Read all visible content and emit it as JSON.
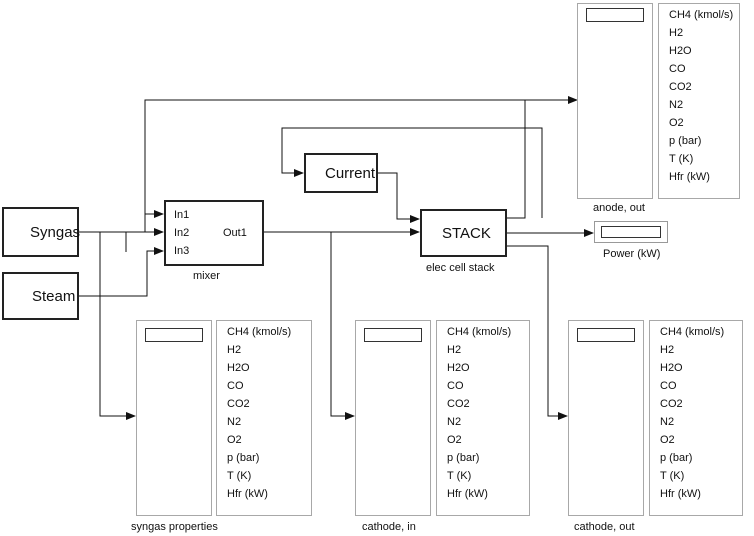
{
  "blocks": {
    "syngas": "Syngas",
    "steam": "Steam",
    "current": "Current",
    "stack": "STACK",
    "mixer": {
      "in1": "In1",
      "in2": "In2",
      "in3": "In3",
      "out1": "Out1",
      "caption": "mixer"
    },
    "stack_caption": "elec cell stack"
  },
  "power": {
    "caption": "Power (kW)"
  },
  "scopes": {
    "anode_out": {
      "caption": "anode, out",
      "items": [
        "CH4 (kmol/s)",
        "H2",
        "H2O",
        "CO",
        "CO2",
        "N2",
        "O2",
        "p (bar)",
        "T (K)",
        "Hfr (kW)"
      ]
    },
    "syngas_properties": {
      "caption": "syngas properties",
      "items": [
        "CH4 (kmol/s)",
        "H2",
        "H2O",
        "CO",
        "CO2",
        "N2",
        "O2",
        "p (bar)",
        "T (K)",
        "Hfr (kW)"
      ]
    },
    "cathode_in": {
      "caption": "cathode, in",
      "items": [
        "CH4 (kmol/s)",
        "H2",
        "H2O",
        "CO",
        "CO2",
        "N2",
        "O2",
        "p (bar)",
        "T (K)",
        "Hfr (kW)"
      ]
    },
    "cathode_out": {
      "caption": "cathode, out",
      "items": [
        "CH4 (kmol/s)",
        "H2",
        "H2O",
        "CO",
        "CO2",
        "N2",
        "O2",
        "p (bar)",
        "T (K)",
        "Hfr (kW)"
      ]
    }
  }
}
